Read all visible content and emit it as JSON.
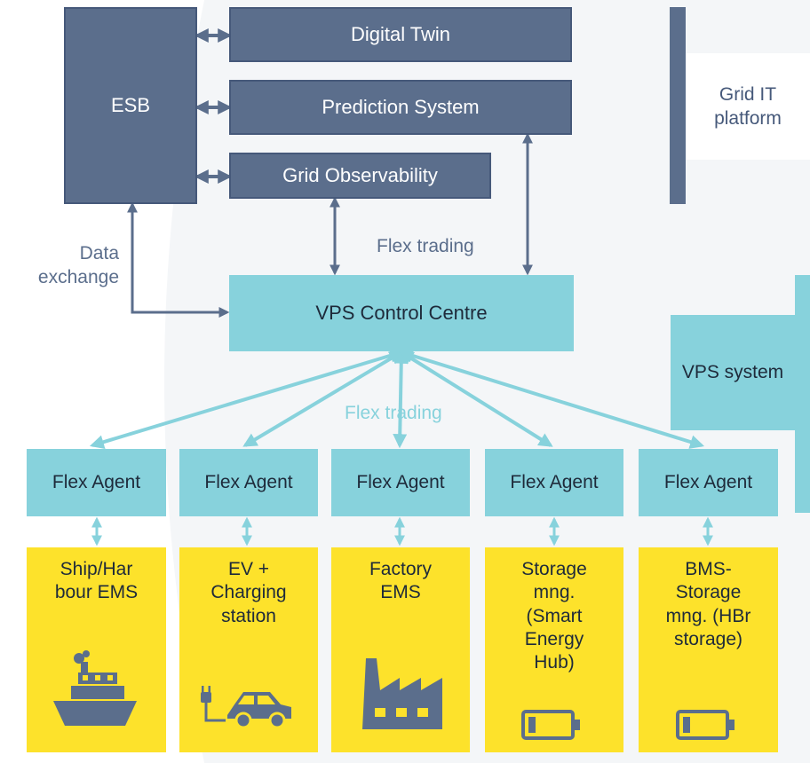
{
  "grid": {
    "esb": "ESB",
    "digital_twin": "Digital Twin",
    "prediction": "Prediction System",
    "observability": "Grid Observability",
    "platform_label": "Grid IT platform"
  },
  "labels": {
    "data_exchange": "Data exchange",
    "flex_trading_top": "Flex trading",
    "flex_trading_mid": "Flex trading"
  },
  "vps": {
    "control_centre": "VPS Control Centre",
    "system_label": "VPS system"
  },
  "agents": [
    "Flex Agent",
    "Flex Agent",
    "Flex Agent",
    "Flex Agent",
    "Flex Agent"
  ],
  "devices": [
    {
      "label": "Ship/Har bour EMS",
      "icon": "ship-icon"
    },
    {
      "label": "EV + Charging station",
      "icon": "ev-car-charging-icon"
    },
    {
      "label": "Factory EMS",
      "icon": "factory-icon"
    },
    {
      "label": "Storage mng. (Smart Energy Hub)",
      "icon": "battery-icon"
    },
    {
      "label": "BMS-Storage mng. (HBr storage)",
      "icon": "battery-icon"
    }
  ],
  "colors": {
    "grid_box": "#5b6e8c",
    "vps_box": "#87d2dc",
    "device_box": "#fde22b",
    "platform_bar": "#5b6e8c",
    "vps_bar": "#87d2dc"
  }
}
